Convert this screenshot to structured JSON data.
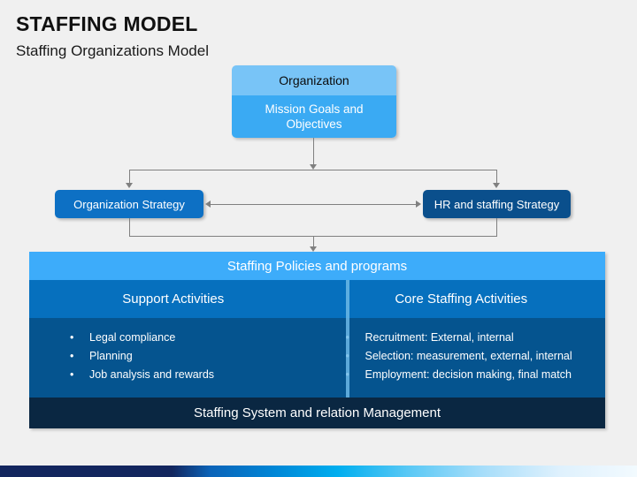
{
  "header": {
    "title": "STAFFING MODEL",
    "subtitle": "Staffing Organizations Model"
  },
  "organization_card": {
    "header_label": "Organization",
    "body_label": "Mission Goals and Objectives"
  },
  "strategies": {
    "organization_strategy": "Organization Strategy",
    "hr_strategy": "HR and staffing Strategy"
  },
  "panel": {
    "policies_band": "Staffing Policies and programs",
    "columns": [
      {
        "heading": "Support Activities",
        "bullets": [
          "Legal compliance",
          "Planning",
          "Job analysis and rewards"
        ]
      },
      {
        "heading": "Core Staffing Activities",
        "bullets": [
          "Recruitment: External, internal",
          "Selection: measurement, external, internal",
          "Employment: decision making, final match"
        ]
      }
    ],
    "footer_band": "Staffing System and relation Management"
  },
  "colors": {
    "background": "#f0f0f0",
    "org_header": "#78c4f7",
    "org_body": "#3aaaf3",
    "org_strategy": "#0d70c4",
    "hr_strategy": "#0a4f8c",
    "policies_band": "#3dacfa",
    "subhead_band": "#0670be",
    "content_band": "#05548f",
    "footer_band": "#0a2742",
    "connector": "#808080"
  }
}
